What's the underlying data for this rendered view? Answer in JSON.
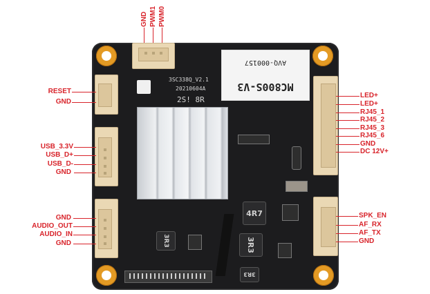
{
  "board": {
    "model_sticker_line1": "MC800S-V3",
    "model_sticker_line2": "AVQ-000157",
    "silkscreen_line1": "3SC338Q_V2.1",
    "silkscreen_line2": "20210604A",
    "silkscreen_line3": "2S! 8R",
    "inductors": [
      "4R7",
      "3R3",
      "3R3",
      "3R3"
    ]
  },
  "top_connector": {
    "pins": [
      "GND",
      "PWM1",
      "PWM0"
    ]
  },
  "left_connectors": [
    {
      "pins": [
        "RESET",
        "GND"
      ]
    },
    {
      "pins": [
        "USB_3.3V",
        "USB_D+",
        "USB_D-",
        "GND"
      ]
    },
    {
      "pins": [
        "GND",
        "AUDIO_OUT",
        "AUDIO_IN",
        "GND"
      ]
    }
  ],
  "right_connectors": [
    {
      "pins": [
        "LED+",
        "LED+",
        "RJ45_1",
        "RJ45_2",
        "RJ45_3",
        "RJ45_6",
        "GND",
        "DC 12V+"
      ]
    },
    {
      "pins": [
        "SPK_EN",
        "AF_RX",
        "AF_TX",
        "GND"
      ]
    }
  ],
  "colors": {
    "label": "#d8232a",
    "pcb": "#1c1c1e",
    "mount_hole": "#e39a24",
    "connector": "#ead8b4"
  }
}
